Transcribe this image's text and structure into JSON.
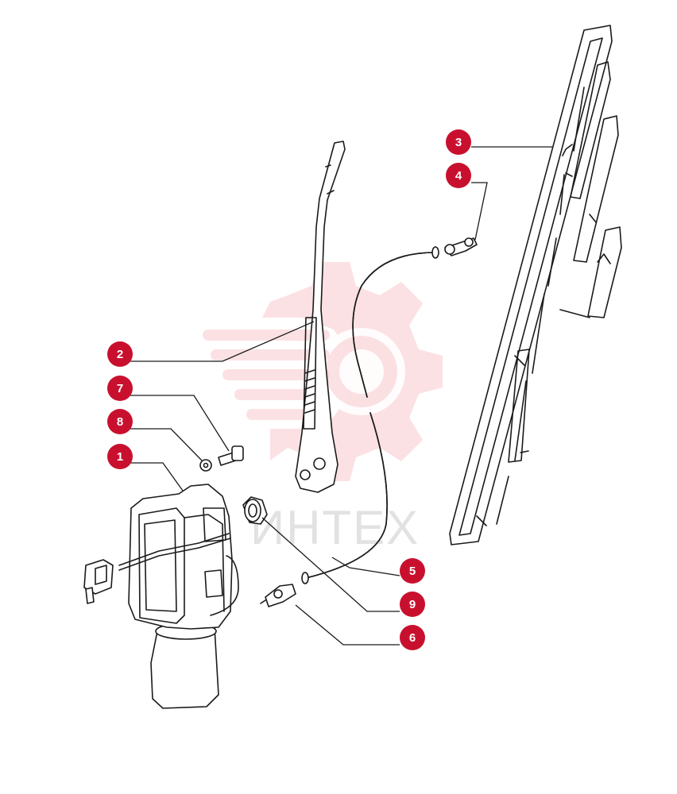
{
  "watermark": {
    "text": "ИНТЕХ",
    "color": "#f7c9cc"
  },
  "accent_color": "#c8102e",
  "callouts": [
    {
      "id": "1",
      "label": "1"
    },
    {
      "id": "2",
      "label": "2"
    },
    {
      "id": "3",
      "label": "3"
    },
    {
      "id": "4",
      "label": "4"
    },
    {
      "id": "5",
      "label": "5"
    },
    {
      "id": "6",
      "label": "6"
    },
    {
      "id": "7",
      "label": "7"
    },
    {
      "id": "8",
      "label": "8"
    },
    {
      "id": "9",
      "label": "9"
    }
  ]
}
